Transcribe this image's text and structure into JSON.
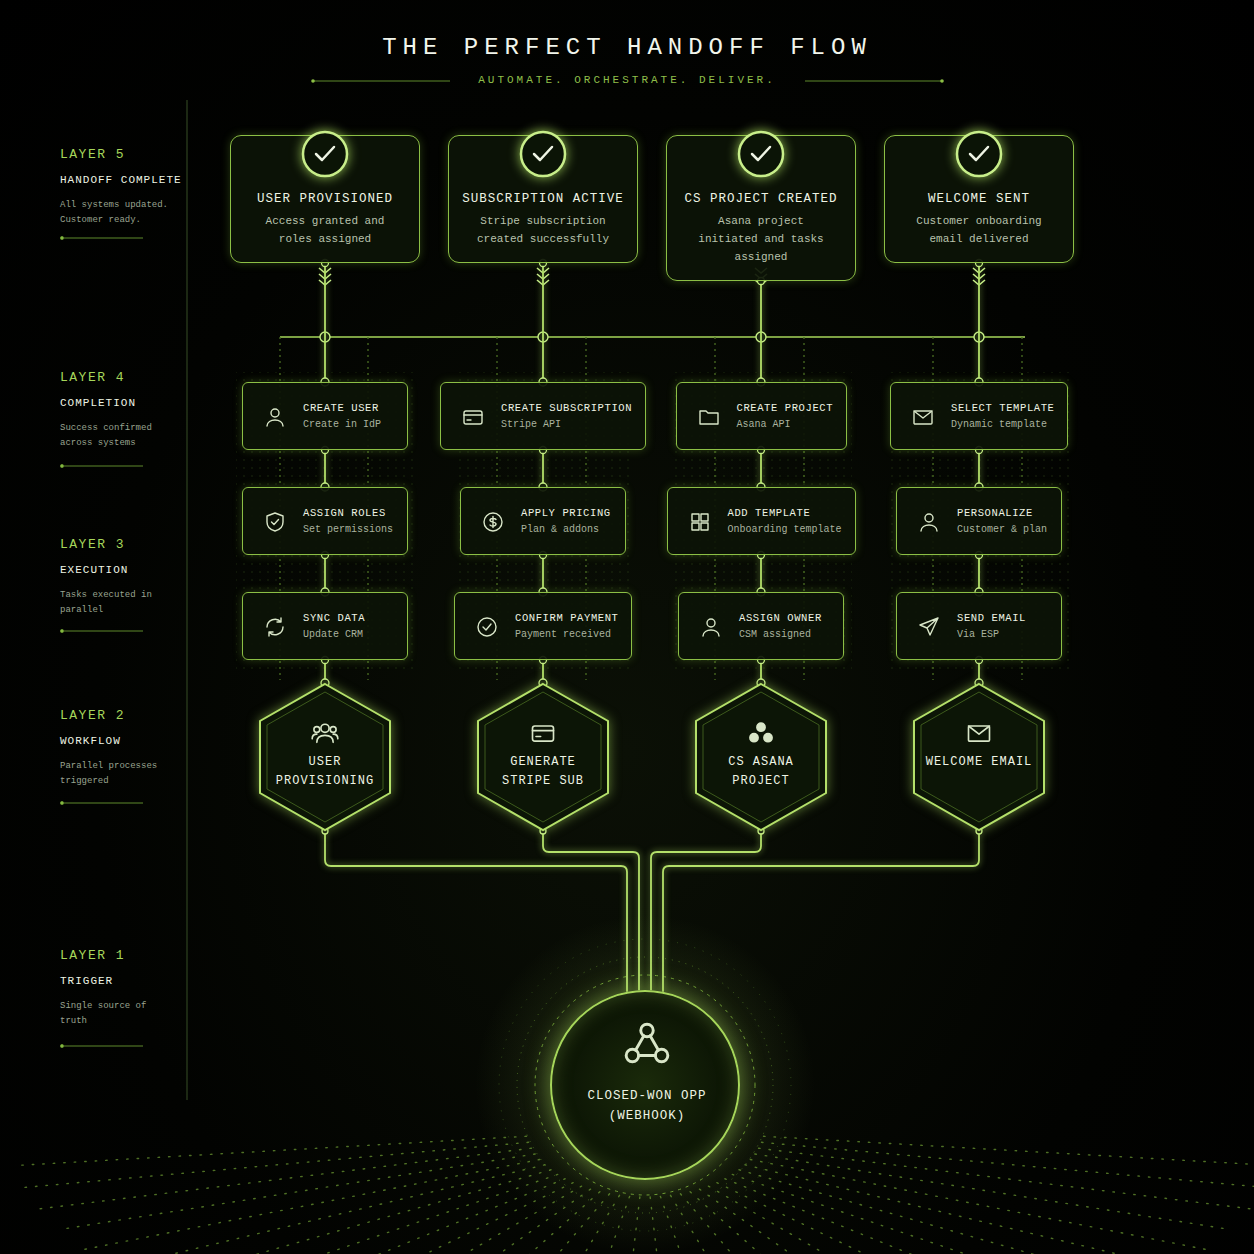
{
  "diagram": {
    "title": "THE PERFECT HANDOFF FLOW",
    "nodes": [
      {
        "text": [
          "USER PROVISIONED",
          "Access granted and roles assigned"
        ]
      },
      {
        "text": [
          "SUBSCRIPTION ACTIVE",
          "Stripe subscription created successfully"
        ]
      },
      {
        "text": [
          "CS PROJECT CREATED",
          "Asana project initiated and tasks assigned"
        ]
      },
      {
        "text": [
          "WELCOME SENT",
          "Customer onboarding email delivered"
        ]
      },
      {
        "text": [
          "CREATE USER",
          "Create in IdP"
        ]
      },
      {
        "text": [
          "CREATE SUBSCRIPTION",
          "Stripe API"
        ]
      },
      {
        "text": [
          "CREATE PROJECT",
          "Asana API"
        ]
      },
      {
        "text": [
          "SELECT TEMPLATE",
          "Dynamic template"
        ]
      },
      {
        "text": [
          "ASSIGN ROLES",
          "Set permissions"
        ]
      },
      {
        "text": [
          "APPLY PRICING",
          "Plan & addons"
        ]
      },
      {
        "text": [
          "ADD TEMPLATE",
          "Onboarding template"
        ]
      },
      {
        "text": [
          "PERSONALIZE",
          "Customer & plan"
        ]
      },
      {
        "text": [
          "SYNC DATA",
          "Update CRM"
        ]
      },
      {
        "text": [
          "CONFIRM PAYMENT",
          "Payment received"
        ]
      },
      {
        "text": [
          "ASSIGN OWNER",
          "CSM assigned"
        ]
      },
      {
        "text": [
          "SEND EMAIL",
          "Via ESP"
        ]
      },
      {
        "text": [
          "USER PROVISIONING"
        ]
      },
      {
        "text": [
          "GENERATE STRIPE SUB"
        ]
      },
      {
        "text": [
          "CS ASANA PROJECT"
        ]
      },
      {
        "text": [
          "WELCOME EMAIL"
        ]
      },
      {
        "text": [
          "CLOSED-WON OPP (WEBHOOK)"
        ]
      }
    ],
    "edges": [
      {
        "from": 20,
        "to": 16,
        "arrow": "none"
      },
      {
        "from": 20,
        "to": 17,
        "arrow": "none"
      },
      {
        "from": 20,
        "to": 18,
        "arrow": "none"
      },
      {
        "from": 20,
        "to": 19,
        "arrow": "none"
      },
      {
        "from": 16,
        "to": 12,
        "arrow": "none"
      },
      {
        "from": 17,
        "to": 13,
        "arrow": "none"
      },
      {
        "from": 18,
        "to": 14,
        "arrow": "none"
      },
      {
        "from": 19,
        "to": 15,
        "arrow": "none"
      },
      {
        "from": 12,
        "to": 8,
        "arrow": "none"
      },
      {
        "from": 13,
        "to": 9,
        "arrow": "none"
      },
      {
        "from": 14,
        "to": 10,
        "arrow": "none"
      },
      {
        "from": 15,
        "to": 11,
        "arrow": "none"
      },
      {
        "from": 8,
        "to": 4,
        "arrow": "none"
      },
      {
        "from": 9,
        "to": 5,
        "arrow": "none"
      },
      {
        "from": 10,
        "to": 6,
        "arrow": "none"
      },
      {
        "from": 11,
        "to": 7,
        "arrow": "none"
      },
      {
        "from": 4,
        "to": 0,
        "arrow": "none"
      },
      {
        "from": 5,
        "to": 1,
        "arrow": "none"
      },
      {
        "from": 6,
        "to": 2,
        "arrow": "none"
      },
      {
        "from": 7,
        "to": 3,
        "arrow": "none"
      }
    ],
    "labels": [
      "AUTOMATE. ORCHESTRATE. DELIVER.",
      "LAYER 5",
      "HANDOFF COMPLETE",
      "All systems updated. Customer ready.",
      "LAYER 4",
      "COMPLETION",
      "Success confirmed across systems",
      "LAYER 3",
      "EXECUTION",
      "Tasks executed in parallel",
      "LAYER 2",
      "WORKFLOW",
      "Parallel processes triggered",
      "LAYER 1",
      "TRIGGER",
      "Single source of truth"
    ]
  }
}
